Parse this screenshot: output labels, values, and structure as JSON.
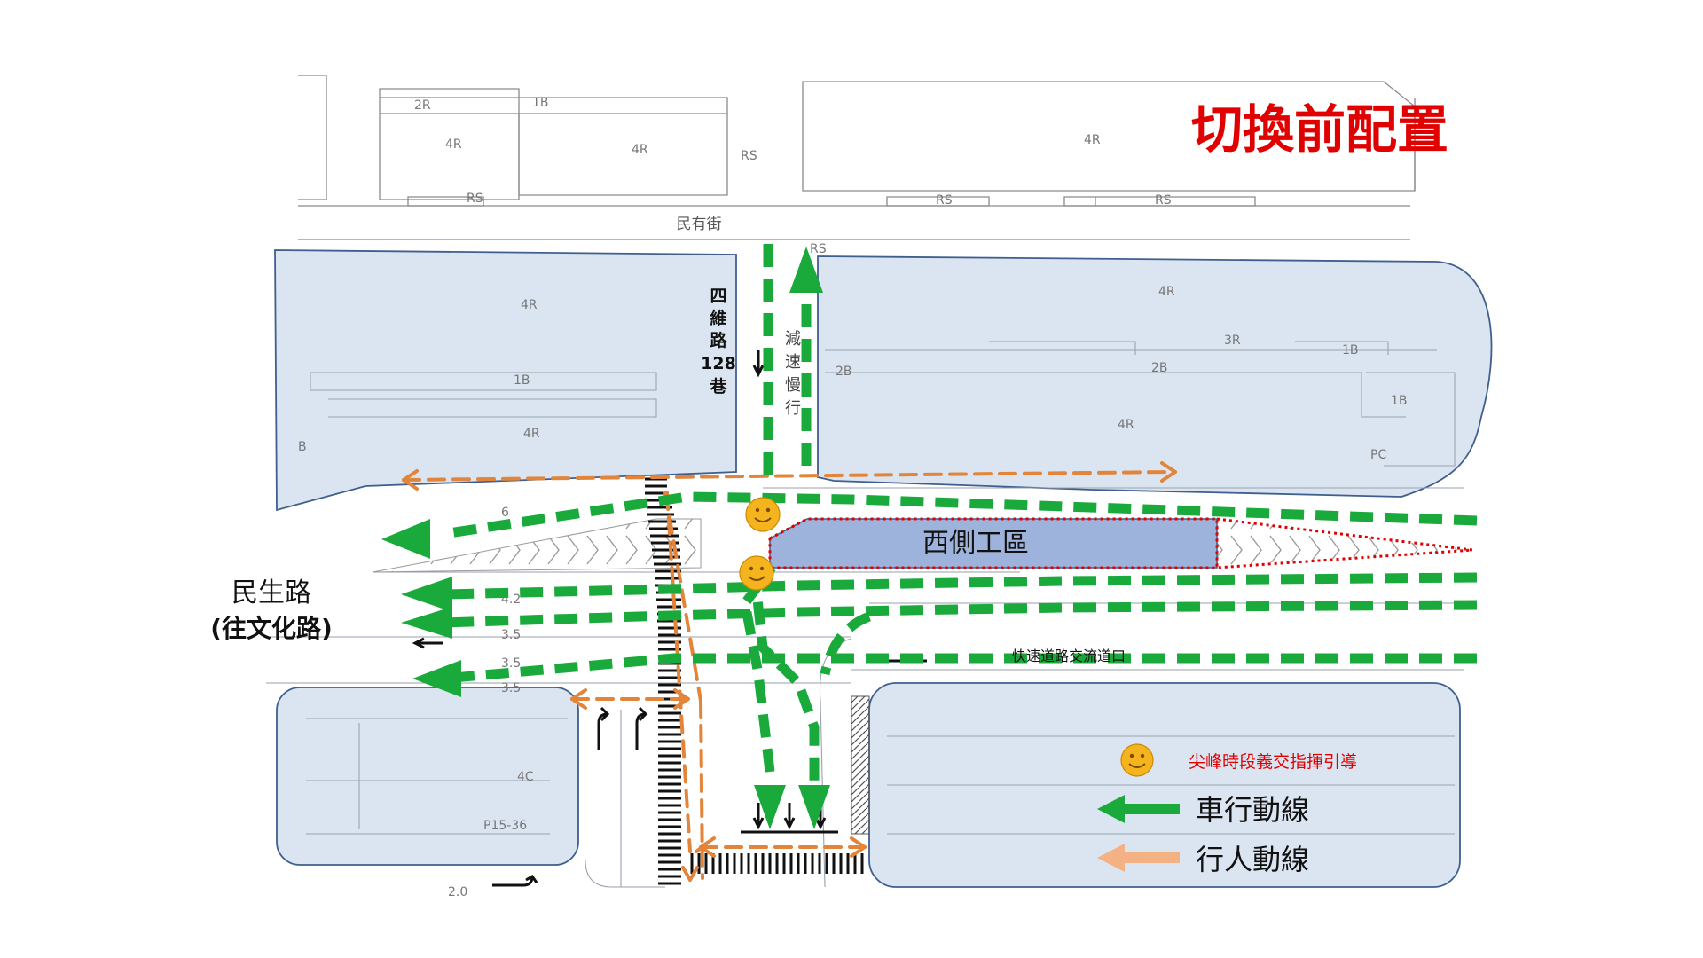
{
  "title": "切換前配置",
  "colors": {
    "title": "#e00000",
    "block_fill": "#dbe5f1",
    "block_stroke": "#3f5f8f",
    "work_zone_fill": "#9db3dc",
    "work_zone_taper": "#e00000",
    "vehicle_flow": "#1aaa3c",
    "pedestrian_flow": "#e2843a",
    "pedestrian_legend": "#f4b183",
    "volunteer_face": "#f5b41e",
    "legend_text_red": "#e00000"
  },
  "streets": {
    "north_street": "民有街",
    "lane_128": [
      "四",
      "維",
      "路",
      "128",
      "巷"
    ],
    "slow_down": [
      "減",
      "速",
      "慢",
      "行"
    ],
    "main_road_name": "民生路",
    "main_road_direction": "(往文化路)",
    "expressway_merge": "快速道路交流道口"
  },
  "work_zone": {
    "label": "西側工區"
  },
  "legend": {
    "volunteer": "尖峰時段義交指揮引導",
    "vehicle": "車行動線",
    "pedestrian": "行人動線"
  },
  "base_labels": {
    "floors": [
      "2R",
      "1B",
      "4R",
      "4R",
      "4R",
      "RS",
      "RS",
      "RS",
      "RS",
      "RS",
      "4R",
      "1B",
      "4R",
      "4R",
      "3R",
      "2B",
      "2B",
      "1B",
      "1B",
      "4R",
      "4C",
      "P15-36",
      "B",
      "PC",
      "2.0",
      "6",
      "4.2",
      "3.5",
      "3.5",
      "3.5"
    ]
  }
}
